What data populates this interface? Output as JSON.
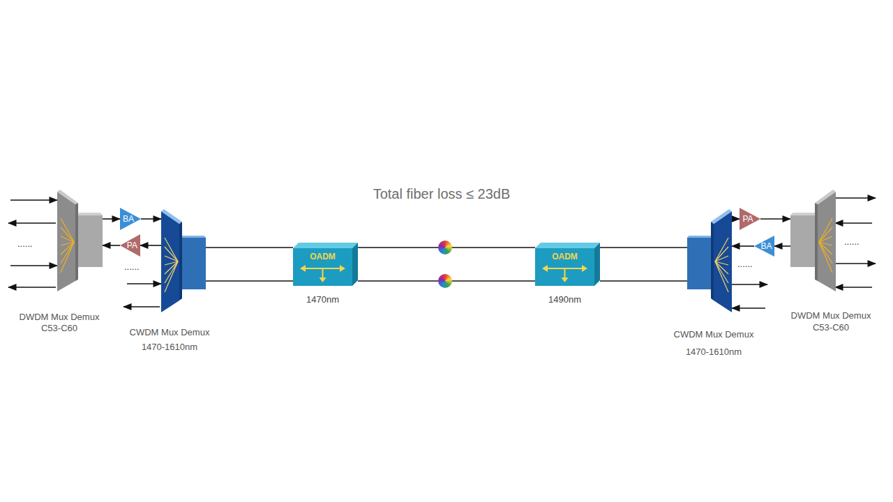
{
  "diagram": {
    "title": "Total fiber loss ≤ 23dB",
    "nodes": [
      {
        "text": [
          "DWDM Mux Demux",
          "C53-C60"
        ]
      },
      {
        "text": [
          "BA"
        ]
      },
      {
        "text": [
          "PA"
        ]
      },
      {
        "text": [
          "CWDM Mux Demux",
          "1470-1610nm"
        ]
      },
      {
        "text": [
          "OADM",
          "1470nm"
        ]
      },
      {
        "text": [
          "OADM",
          "1490nm"
        ]
      },
      {
        "text": [
          "CWDM Mux Demux",
          "1470-1610nm"
        ]
      },
      {
        "text": [
          "PA"
        ]
      },
      {
        "text": [
          "BA"
        ]
      },
      {
        "text": [
          "DWDM Mux Demux",
          "C53-C60"
        ]
      }
    ],
    "edges": [
      {
        "from": 0,
        "to": 1,
        "arrow": "to"
      },
      {
        "from": 1,
        "to": 3,
        "arrow": "to"
      },
      {
        "from": 3,
        "to": 2,
        "arrow": "to"
      },
      {
        "from": 2,
        "to": 0,
        "arrow": "to"
      },
      {
        "from": 3,
        "to": 4,
        "arrow": "none"
      },
      {
        "from": 4,
        "to": 5,
        "arrow": "none"
      },
      {
        "from": 5,
        "to": 6,
        "arrow": "none"
      },
      {
        "from": 3,
        "to": 4,
        "arrow": "none"
      },
      {
        "from": 4,
        "to": 5,
        "arrow": "none"
      },
      {
        "from": 5,
        "to": 6,
        "arrow": "none"
      },
      {
        "from": 6,
        "to": 7,
        "arrow": "to"
      },
      {
        "from": 7,
        "to": 9,
        "arrow": "to"
      },
      {
        "from": 9,
        "to": 8,
        "arrow": "to"
      },
      {
        "from": 8,
        "to": 6,
        "arrow": "to"
      }
    ],
    "labels": [
      "......",
      "......",
      "......",
      "......"
    ]
  }
}
